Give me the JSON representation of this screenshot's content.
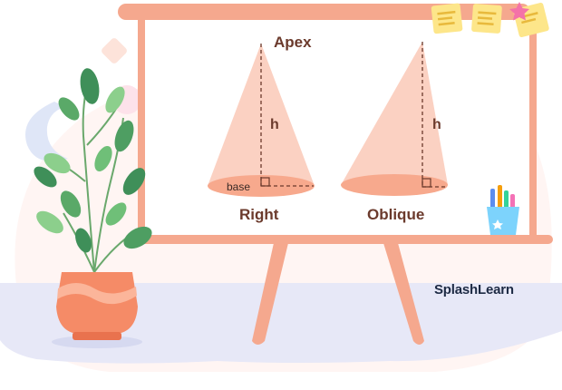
{
  "labels": {
    "apex": "Apex",
    "height_right": "h",
    "height_oblique": "h",
    "base": "base",
    "right_cone": "Right",
    "oblique_cone": "Oblique"
  },
  "brand": {
    "name": "SplashLearn"
  },
  "colors": {
    "board_frame": "#f5a88e",
    "cone_fill": "#fbd1c2",
    "cone_base": "#f7a98d",
    "label_text": "#6b3a2c",
    "pot": "#f58b67",
    "leaf": "#7ac27c",
    "floor": "#e7e8f7"
  },
  "icons": [
    "plant-icon",
    "sticky-note-icon",
    "star-icon",
    "pencil-cup-icon"
  ]
}
